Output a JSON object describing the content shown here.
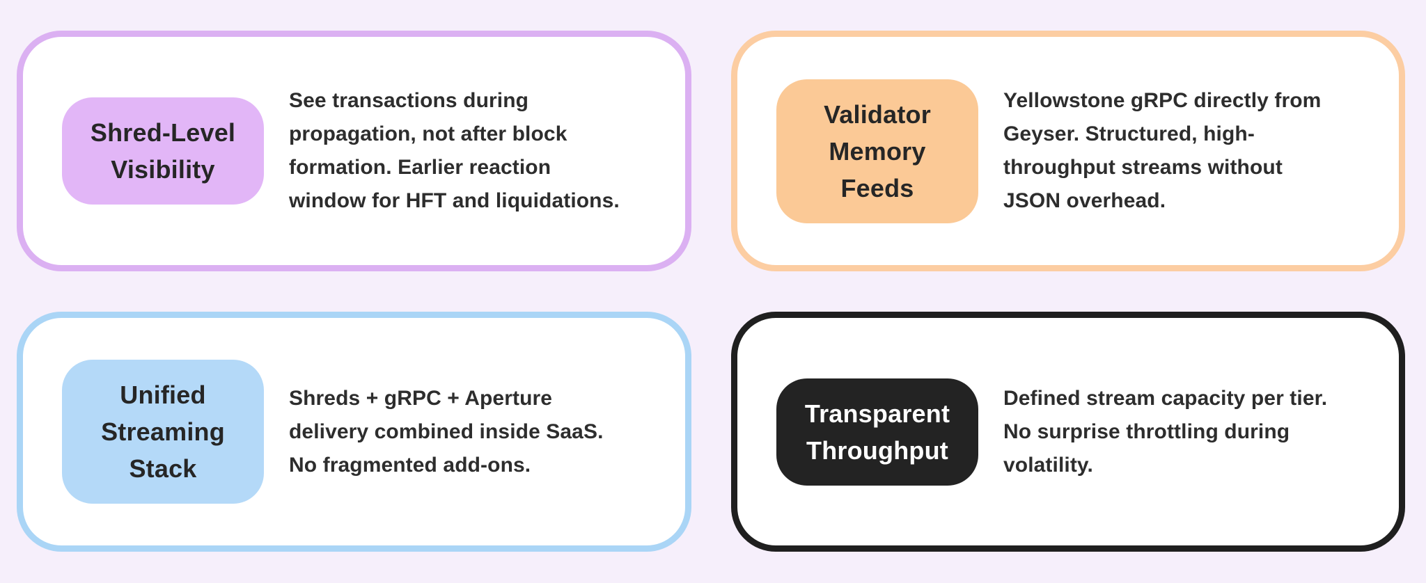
{
  "page": {
    "background": "#f6effb",
    "text_color": "#2d2d2d"
  },
  "cards": [
    {
      "id": "shred-level-visibility",
      "accent_border": "#dbb0f2",
      "badge_bg": "#e2b6f7",
      "badge_text_color": "#262626",
      "title_lines": [
        "Shred-Level",
        "Visibility"
      ],
      "description_lines": [
        "See transactions during",
        "propagation, not after block",
        "formation. Earlier reaction",
        "window for HFT and liquidations."
      ]
    },
    {
      "id": "validator-memory-feeds",
      "accent_border": "#fccda2",
      "badge_bg": "#fbc996",
      "badge_text_color": "#262626",
      "title_lines": [
        "Validator",
        "Memory",
        "Feeds"
      ],
      "description_lines": [
        "Yellowstone gRPC directly from",
        "Geyser. Structured, high-",
        "throughput streams without",
        "JSON overhead."
      ]
    },
    {
      "id": "unified-streaming-stack",
      "accent_border": "#aad5f6",
      "badge_bg": "#b4d9f8",
      "badge_text_color": "#262626",
      "title_lines": [
        "Unified",
        "Streaming",
        "Stack"
      ],
      "description_lines": [
        "Shreds + gRPC + Aperture",
        "delivery combined inside SaaS.",
        "No fragmented add-ons."
      ]
    },
    {
      "id": "transparent-throughput",
      "accent_border": "#1f1f1f",
      "badge_bg": "#232323",
      "badge_text_color": "#ffffff",
      "title_lines": [
        "Transparent",
        "Throughput"
      ],
      "description_lines": [
        "Defined stream capacity per tier.",
        "No surprise throttling during",
        "volatility."
      ]
    }
  ]
}
